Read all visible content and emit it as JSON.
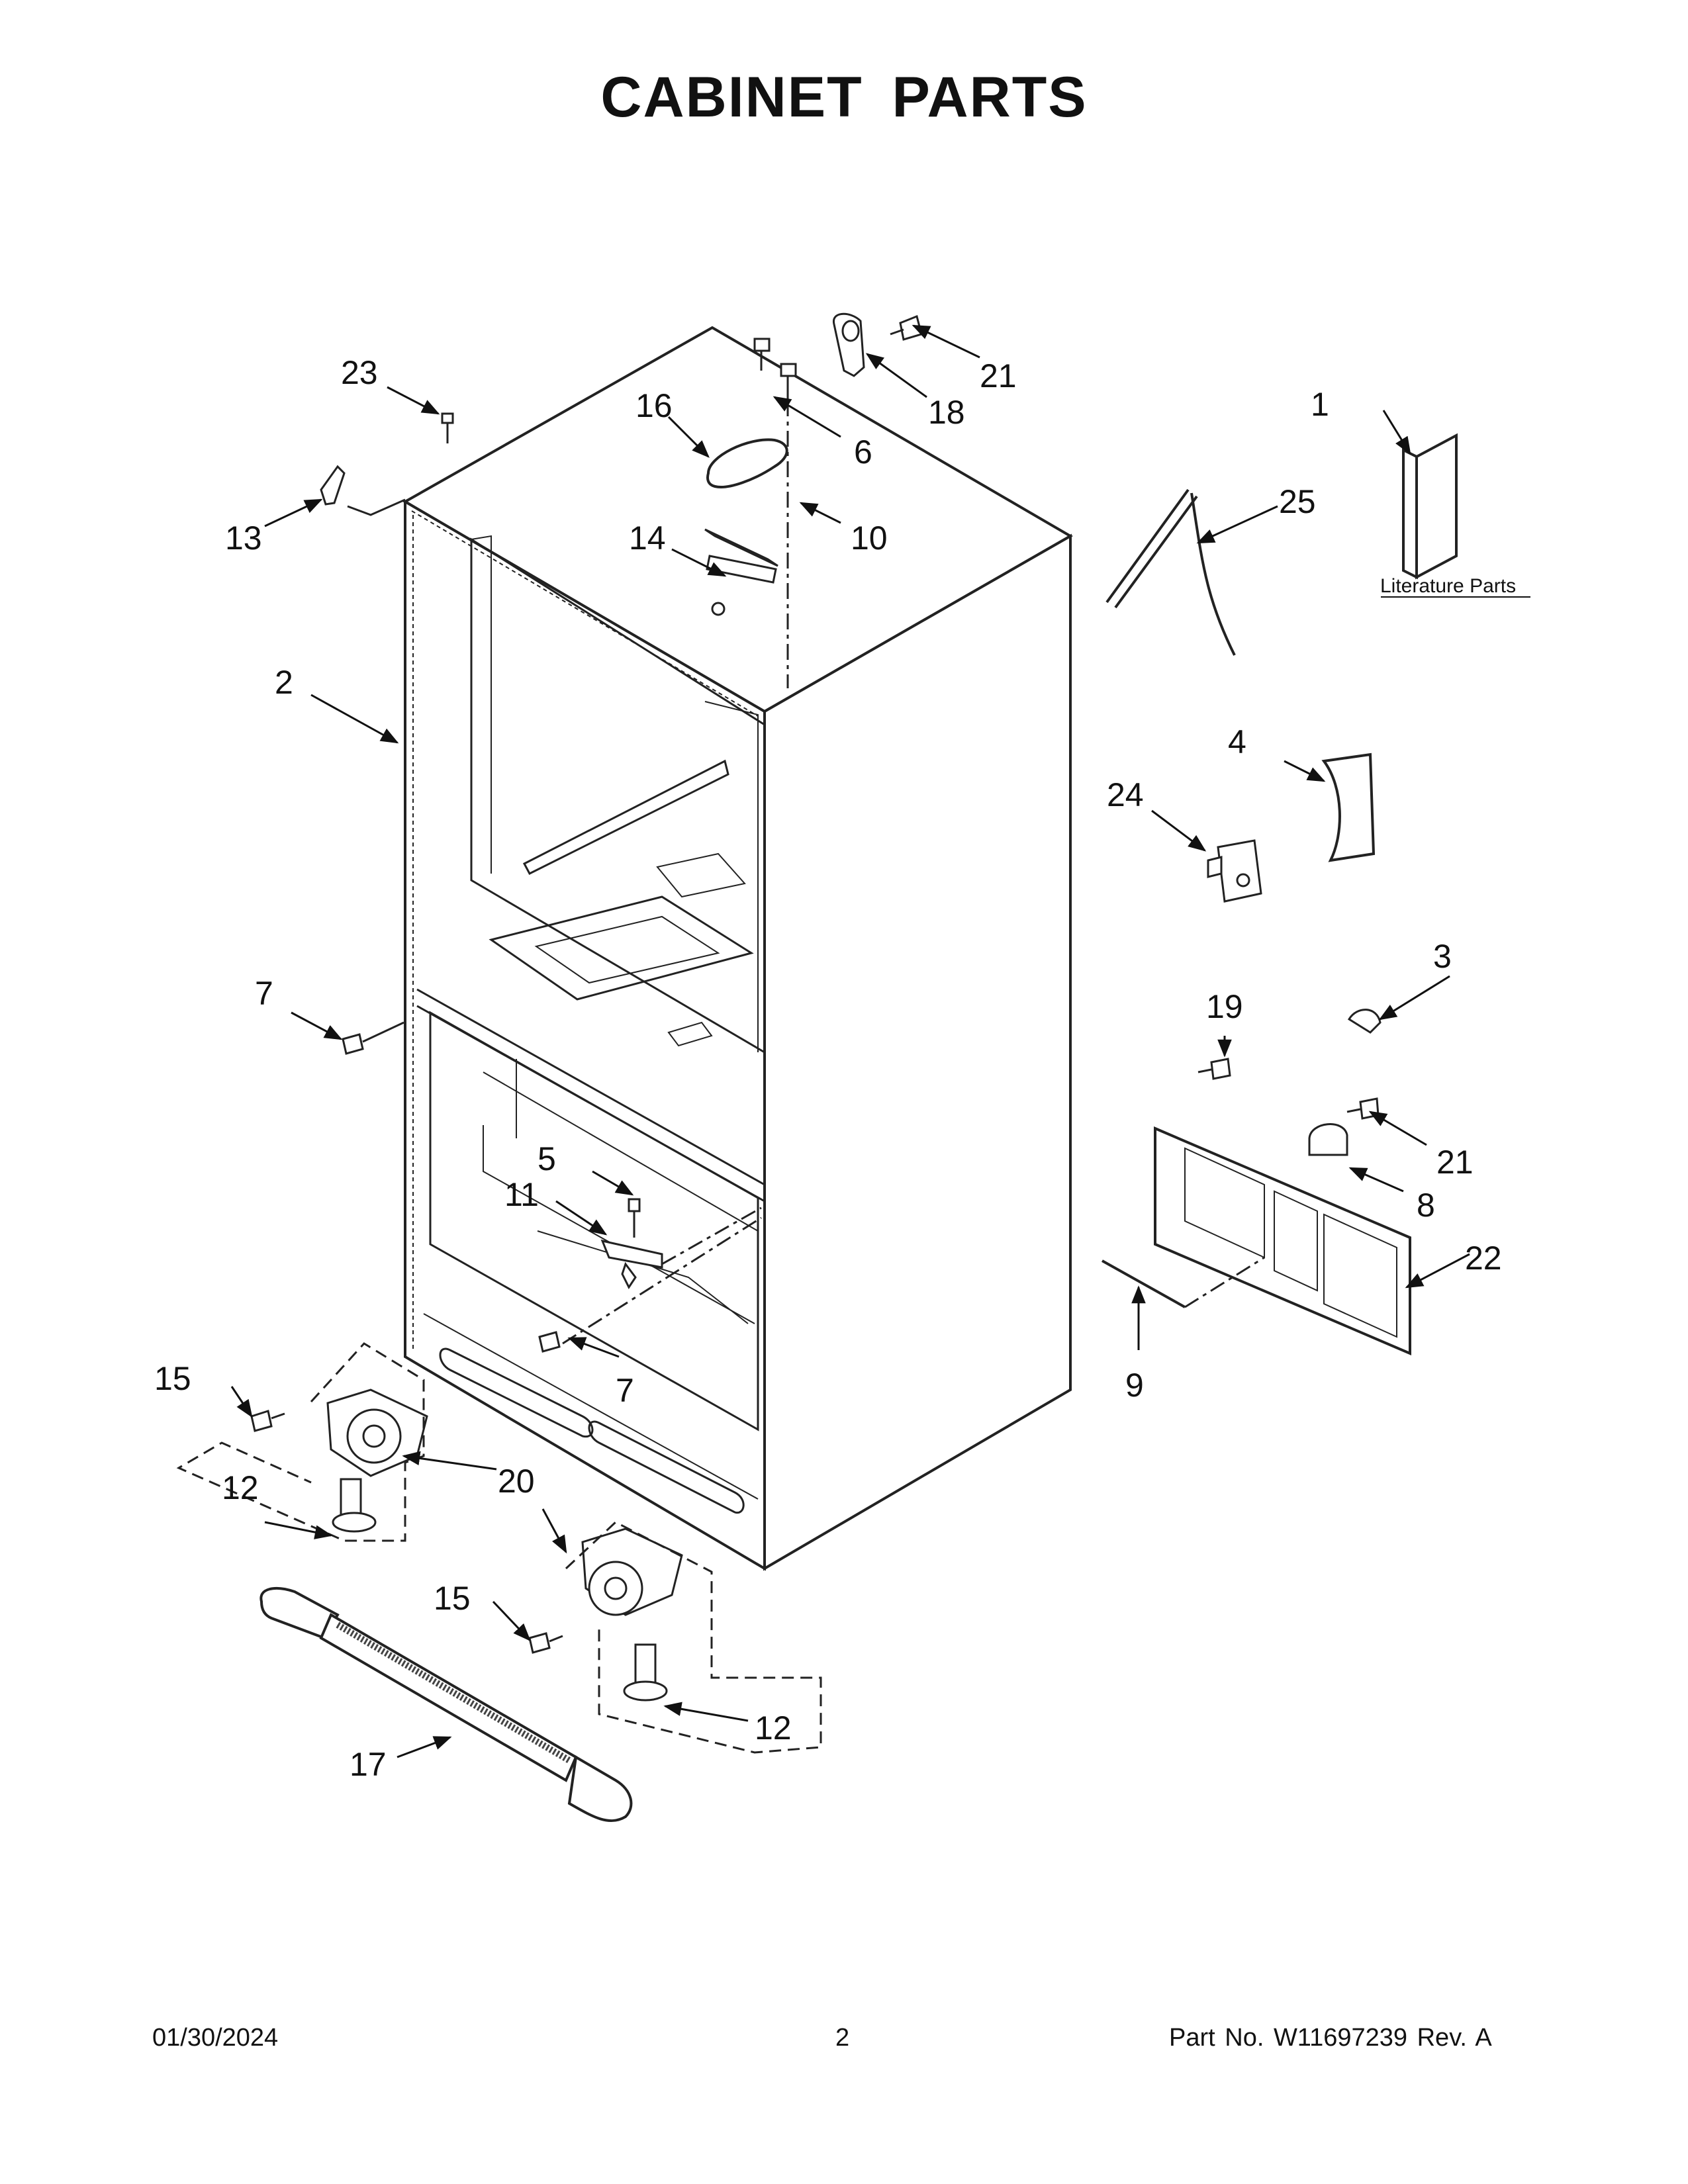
{
  "title": "CABINET PARTS",
  "literature_label": "Literature Parts",
  "callouts": {
    "c1": "1",
    "c2": "2",
    "c3": "3",
    "c4": "4",
    "c5": "5",
    "c6": "6",
    "c7a": "7",
    "c7b": "7",
    "c8": "8",
    "c9": "9",
    "c10": "10",
    "c11": "11",
    "c12a": "12",
    "c12b": "12",
    "c13": "13",
    "c14": "14",
    "c15a": "15",
    "c15b": "15",
    "c16": "16",
    "c17": "17",
    "c18": "18",
    "c19": "19",
    "c20": "20",
    "c21a": "21",
    "c21b": "21",
    "c22": "22",
    "c23": "23",
    "c24": "24",
    "c25": "25"
  },
  "footer": {
    "date": "01/30/2024",
    "page": "2",
    "part_number": "Part No.  W11697239  Rev.  A"
  }
}
